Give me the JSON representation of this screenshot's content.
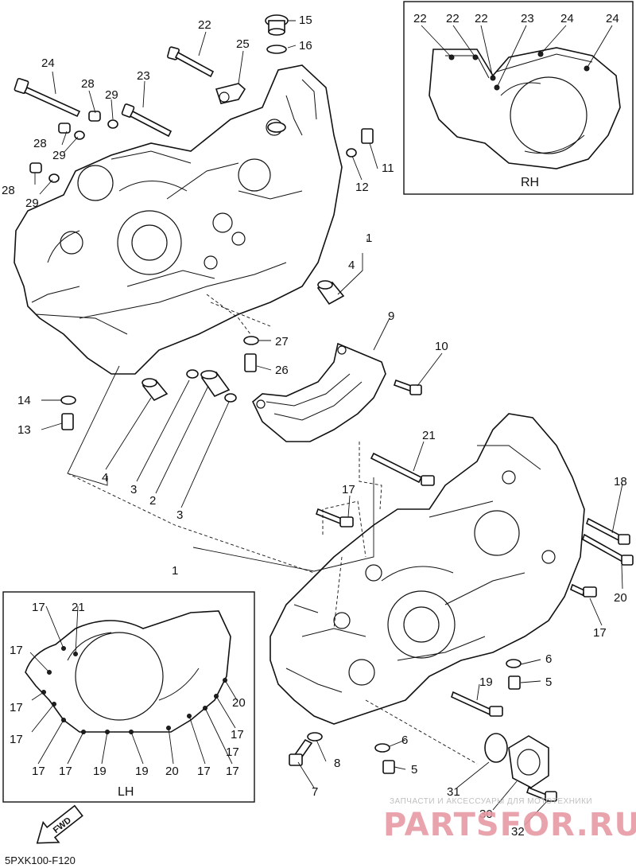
{
  "diagram_code": "5PXK100-F120",
  "insets": {
    "rh": {
      "title": "RH",
      "callouts": [
        "22",
        "22",
        "22",
        "23",
        "24",
        "24"
      ]
    },
    "lh": {
      "title": "LH",
      "callouts": [
        "17",
        "21",
        "17",
        "17",
        "17",
        "17",
        "17",
        "19",
        "19",
        "20",
        "17",
        "17",
        "20",
        "17",
        "17"
      ]
    }
  },
  "callouts": {
    "c1": "1",
    "c1b": "1",
    "c2": "2",
    "c3a": "3",
    "c3b": "3",
    "c4a": "4",
    "c4b": "4",
    "c5a": "5",
    "c5b": "5",
    "c6a": "6",
    "c6b": "6",
    "c7": "7",
    "c8": "8",
    "c9": "9",
    "c10": "10",
    "c11": "11",
    "c12": "12",
    "c13": "13",
    "c14": "14",
    "c15": "15",
    "c16": "16",
    "c17a": "17",
    "c17b": "17",
    "c18": "18",
    "c19": "19",
    "c20": "20",
    "c21": "21",
    "c22": "22",
    "c23": "23",
    "c24": "24",
    "c25": "25",
    "c26": "26",
    "c27": "27",
    "c28a": "28",
    "c28b": "28",
    "c28c": "28",
    "c29a": "29",
    "c29b": "29",
    "c29c": "29",
    "c30": "30",
    "c31": "31",
    "c32": "32"
  },
  "fwd_label": "FWD",
  "watermark": {
    "line1": "ЗАПЧАСТИ И АКСЕССУАРЫ ДЛЯ МОТОТЕХНИКИ",
    "brand": "PARTSFOR.RU",
    "brand_color": "#e79aa4"
  }
}
